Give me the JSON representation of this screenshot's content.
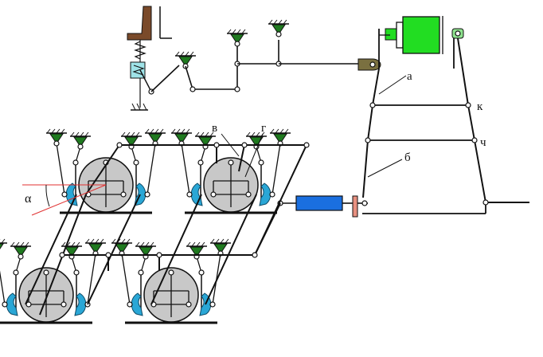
{
  "labels": {
    "a": "а",
    "b": "б",
    "k": "к",
    "ch": "ч",
    "v": "в",
    "g": "г",
    "alpha": "α"
  },
  "colors": {
    "link": "#111111",
    "wheel": "#c8c8c8",
    "pad": "#2aa7d6",
    "cylinder_green": "#22dd22",
    "cylinder_blue": "#1a6fe0",
    "pedal": "#7a4a2a",
    "support": "#1f7a1f",
    "angle": "#e03030"
  }
}
